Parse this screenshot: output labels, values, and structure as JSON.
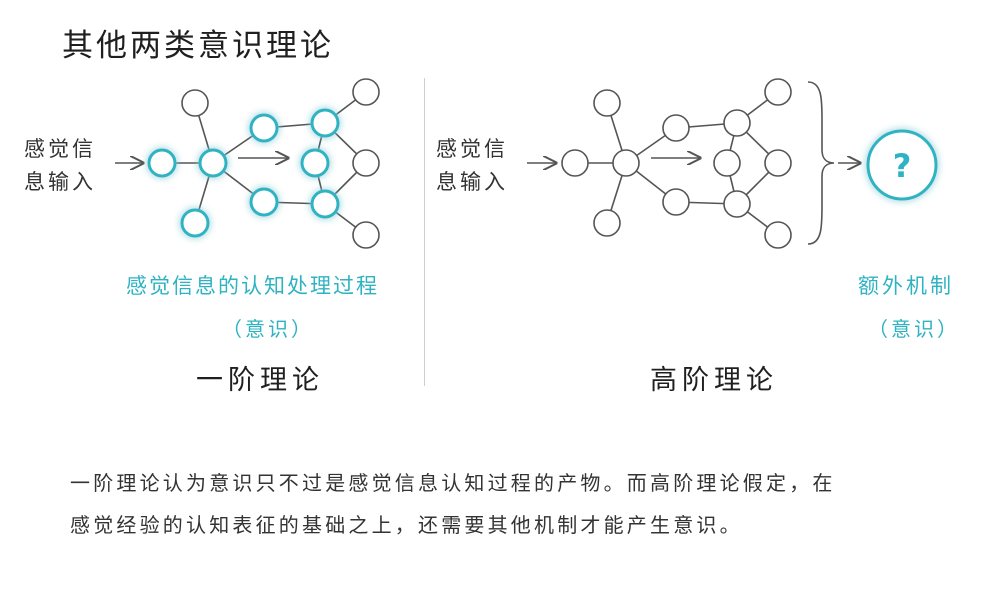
{
  "title": "其他两类意识理论",
  "left": {
    "input_label": "感觉信息输入",
    "caption": "感觉信息的认知处理过程",
    "sub": "（意识）",
    "heading": "一阶理论"
  },
  "right": {
    "input_label": "感觉信息输入",
    "question": "?",
    "caption": "额外机制",
    "sub": "（意识）",
    "heading": "高阶理论"
  },
  "description": {
    "line1": "一阶理论认为意识只不过是感觉信息认知过程的产物。而高阶理论假定，在",
    "line2": "感觉经验的认知表征的基础之上，还需要其他机制才能产生意识。"
  },
  "colors": {
    "accent": "#2fb3c3",
    "node_stroke": "#555555",
    "edge": "#555555"
  }
}
